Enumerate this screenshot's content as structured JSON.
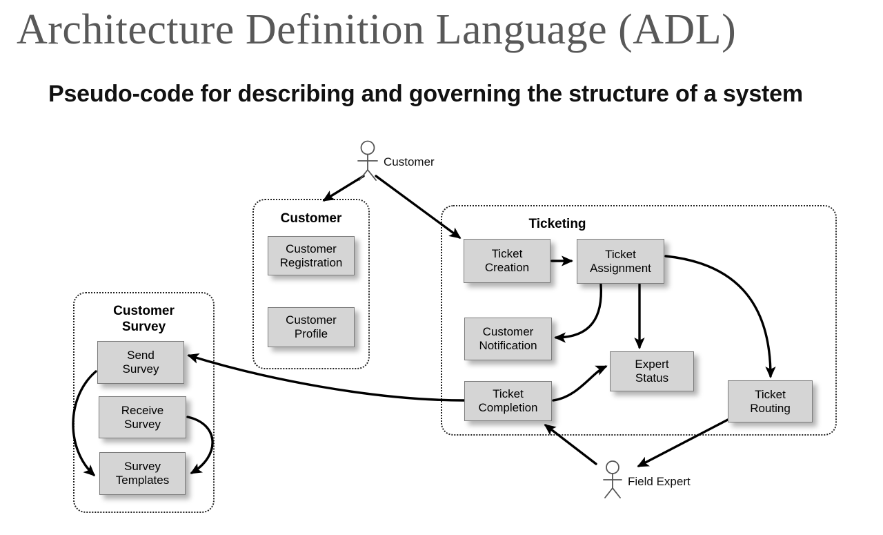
{
  "slide": {
    "title": "Architecture Definition Language (ADL)",
    "subtitle": "Pseudo-code for describing and governing the structure of a system"
  },
  "colors": {
    "title": "#585858",
    "subtitle": "#111111",
    "node_fill": "#d5d5d5",
    "node_border": "#7b7b7b",
    "group_border": "#222222",
    "edge": "#000000",
    "actor": "#555555",
    "background": "#ffffff"
  },
  "actors": [
    {
      "id": "customer",
      "label": "Customer",
      "icon": "stick-figure-icon"
    },
    {
      "id": "field-expert",
      "label": "Field Expert",
      "icon": "stick-figure-icon"
    }
  ],
  "groups": [
    {
      "id": "customer-group",
      "label": "Customer",
      "nodes": [
        {
          "id": "customer-registration",
          "line1": "Customer",
          "line2": "Registration"
        },
        {
          "id": "customer-profile",
          "line1": "Customer",
          "line2": "Profile"
        }
      ]
    },
    {
      "id": "ticketing-group",
      "label": "Ticketing",
      "nodes": [
        {
          "id": "ticket-creation",
          "line1": "Ticket",
          "line2": "Creation"
        },
        {
          "id": "ticket-assignment",
          "line1": "Ticket",
          "line2": "Assignment"
        },
        {
          "id": "customer-notification",
          "line1": "Customer",
          "line2": "Notification"
        },
        {
          "id": "expert-status",
          "line1": "Expert",
          "line2": "Status"
        },
        {
          "id": "ticket-completion",
          "line1": "Ticket",
          "line2": "Completion"
        },
        {
          "id": "ticket-routing",
          "line1": "Ticket",
          "line2": "Routing"
        }
      ]
    },
    {
      "id": "customer-survey-group",
      "label_line1": "Customer",
      "label_line2": "Survey",
      "nodes": [
        {
          "id": "send-survey",
          "line1": "Send",
          "line2": "Survey"
        },
        {
          "id": "receive-survey",
          "line1": "Receive",
          "line2": "Survey"
        },
        {
          "id": "survey-templates",
          "line1": "Survey",
          "line2": "Templates"
        }
      ]
    }
  ],
  "edges": [
    {
      "id": "customer-to-customer-group",
      "from": "customer",
      "to": "customer-group"
    },
    {
      "id": "customer-to-ticket-creation",
      "from": "customer",
      "to": "ticket-creation"
    },
    {
      "id": "ticket-creation-to-ticket-assignment",
      "from": "ticket-creation",
      "to": "ticket-assignment"
    },
    {
      "id": "ticket-assignment-to-customer-notification",
      "from": "ticket-assignment",
      "to": "customer-notification"
    },
    {
      "id": "ticket-assignment-to-expert-status",
      "from": "ticket-assignment",
      "to": "expert-status"
    },
    {
      "id": "ticket-assignment-to-ticket-routing",
      "from": "ticket-assignment",
      "to": "ticket-routing"
    },
    {
      "id": "ticket-completion-to-expert-status",
      "from": "ticket-completion",
      "to": "expert-status"
    },
    {
      "id": "ticket-completion-to-send-survey",
      "from": "ticket-completion",
      "to": "send-survey"
    },
    {
      "id": "ticket-routing-to-field-expert",
      "from": "ticket-routing",
      "to": "field-expert"
    },
    {
      "id": "field-expert-to-ticket-completion",
      "from": "field-expert",
      "to": "ticket-completion"
    },
    {
      "id": "send-survey-to-survey-templates",
      "from": "send-survey",
      "to": "survey-templates"
    },
    {
      "id": "receive-survey-to-survey-templates",
      "from": "receive-survey",
      "to": "survey-templates"
    }
  ]
}
